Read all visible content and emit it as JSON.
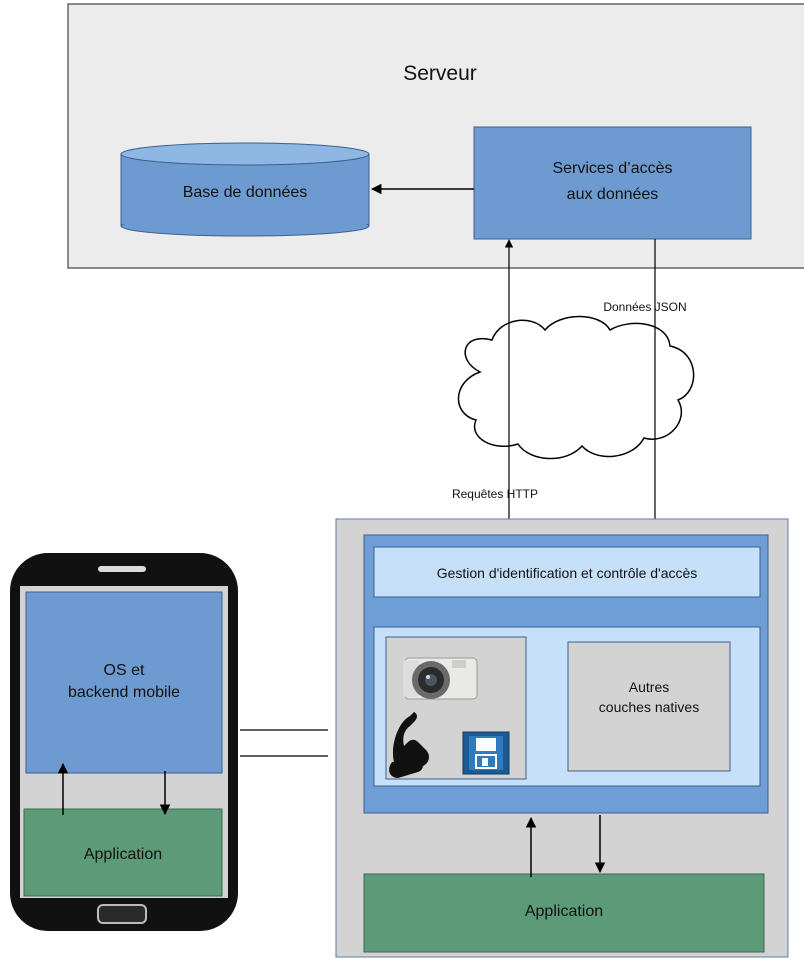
{
  "server": {
    "title": "Serveur",
    "database_label": "Base de données",
    "services_label_line1": "Services d’accès",
    "services_label_line2": "aux données"
  },
  "network": {
    "json_label": "Données JSON",
    "http_label": "Requêtes HTTP"
  },
  "phone": {
    "os_label_line1": "OS et",
    "os_label_line2": "backend mobile",
    "app_label": "Application"
  },
  "detail": {
    "identity_label": "Gestion d'identification et contrôle d'accès",
    "native_label_line1": "Autres",
    "native_label_line2": "couches natives",
    "app_label": "Application"
  },
  "icons": [
    "camera-icon",
    "phone-handset-icon",
    "floppy-disk-icon"
  ],
  "colors": {
    "server_bg": "#ececec",
    "service_blue": "#6d9bd1",
    "container_blue": "#6f9dd6",
    "light_blue": "#c7e0fa",
    "app_green": "#5d9b78",
    "gray_box": "#d3d3d3",
    "phone_body": "#111111"
  }
}
